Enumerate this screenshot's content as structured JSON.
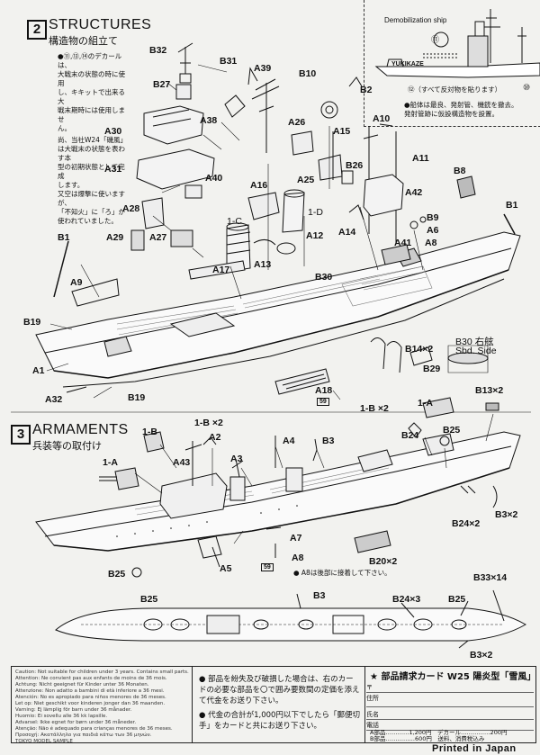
{
  "step2": {
    "number": "2",
    "title": "STRUCTURES",
    "subtitle": "構造物の組立て",
    "note_lines": [
      "●⑪,⑬,⑭のデカールは、",
      "大戦末の状態の時に使用",
      "し、キキットで出来る大",
      "戦末期時には使用しませ",
      "ん。",
      "尚、当社W24「磯風」",
      "は大戦末の状態を表わす本",
      "型の初期状態として完成",
      "します。",
      "又空は爆撃に使いますが、",
      "「不知火」に「ろ」が",
      "使われていました。"
    ],
    "labels": [
      "B32",
      "B31",
      "A39",
      "B10",
      "B2",
      "B27",
      "A38",
      "A26",
      "A30",
      "A15",
      "A10",
      "B26",
      "A11",
      "A31",
      "A40",
      "A16",
      "A25",
      "B8",
      "A42",
      "A28",
      "1-C",
      "1-D",
      "B9",
      "B1",
      "A29",
      "A27",
      "A14",
      "A6",
      "A12",
      "A41",
      "A8",
      "B1",
      "A13",
      "A17",
      "B30",
      "A9",
      "B19",
      "B30 右舷",
      "Sbd. Side",
      "B14×2",
      "A1",
      "B29",
      "A18",
      "A32",
      "B19"
    ],
    "a18_badge": "59"
  },
  "inset": {
    "title": "Demobilization ship",
    "ship_name": "YUKIKAZE",
    "note1": "⑫（すべて反対物を貼ります）",
    "note2_lines": [
      "●船体は最良、発射管、機銃を撤去。",
      "発射管跡に仮設構造物を設置。"
    ],
    "num_11": "⑪",
    "num_10": "⑩"
  },
  "step3": {
    "number": "3",
    "title": "ARMAMENTS",
    "subtitle": "兵装等の取付け",
    "labels": [
      "1-B ×2",
      "1-B",
      "A2",
      "A4",
      "B3",
      "1-B ×2",
      "1-A",
      "B13×2",
      "B24",
      "B25",
      "1-A",
      "A43",
      "A3",
      "B3×2",
      "B24×2",
      "A7",
      "B25",
      "A8",
      "A5",
      "B20×2",
      "B33×14"
    ],
    "a8_note": "● A8は後部に接着して下さい。",
    "a8_badge": "59",
    "plan_labels": [
      "B25",
      "B3",
      "B24×3",
      "B25",
      "B3×2"
    ]
  },
  "footer": {
    "left_text": [
      "Caution: Not suitable for children under 3 years. Contains small parts.",
      "Attention: Ne convient pas aux enfants de moins de 36 mois.",
      "Achtung: Nicht geeignet für Kinder unter 36 Monaten.",
      "Attenzione: Non adatto a bambini di età inferiore a 36 mesi.",
      "Atención: No es apropiado para niños menores de 36 meses.",
      "Let op: Niet geschikt voor kinderen jonger dan 36 maanden.",
      "Varning: Ej lämplig för barn under 36 månader.",
      "Huomio: Ei sovellu alle 36 kk lapsille.",
      "Advarsel: Ikke egnet for børn under 36 måneder.",
      "Atenção: Não é adequado para crianças menores de 36 meses.",
      "Προσοχή: Ακατάλληλο για παιδιά κάτω των 36 μηνών.",
      "TOKYO MODEL SAMPLE"
    ],
    "bullets": [
      "● 部品を紛失及び破損した場合は、右のカードの必要な部品を〇で囲み要数間の定価を添えて代金をお送り下さい。",
      "● 代金の合計が1,000円以下でしたら「郵便切手」をカードと共にお送り下さい。"
    ],
    "order_title": "★ 部品請求カード W25 陽炎型「雪風」",
    "form_fields": [
      "〒",
      "住所",
      "氏名",
      "電話"
    ],
    "price_rows": [
      "A部品…………1,200円　デカール……………200円",
      "B部品……………600円　送料、消費税込み"
    ]
  },
  "printed": "Printed in Japan"
}
